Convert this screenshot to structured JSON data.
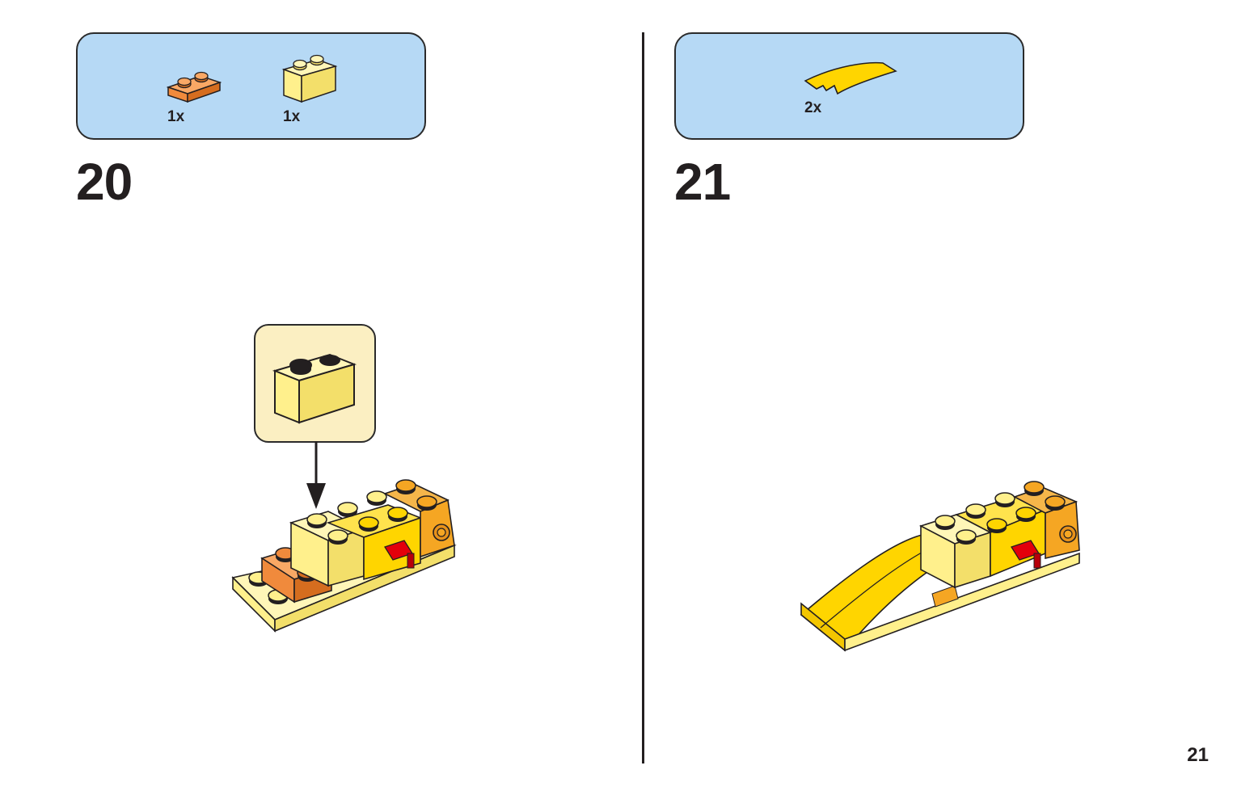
{
  "page": {
    "number": "21"
  },
  "steps": [
    {
      "number": "20",
      "parts": [
        {
          "icon": "orange-plate-1x2-icon",
          "qty": "1x",
          "color": "#f08a3c"
        },
        {
          "icon": "yellow-brick-1x2-icon",
          "qty": "1x",
          "color": "#fff08c"
        }
      ],
      "callout_icon": "yellow-brick-1x2-icon"
    },
    {
      "number": "21",
      "parts": [
        {
          "icon": "yellow-curved-slope-icon",
          "qty": "2x",
          "color": "#ffd500"
        }
      ]
    }
  ],
  "colors": {
    "parts_box": "#b6d9f5",
    "callout": "#fbefc2",
    "orange": "#f08a3c",
    "bright_orange": "#f5a623",
    "light_yellow": "#fff08c",
    "yellow": "#ffd500",
    "red": "#e3000b"
  }
}
